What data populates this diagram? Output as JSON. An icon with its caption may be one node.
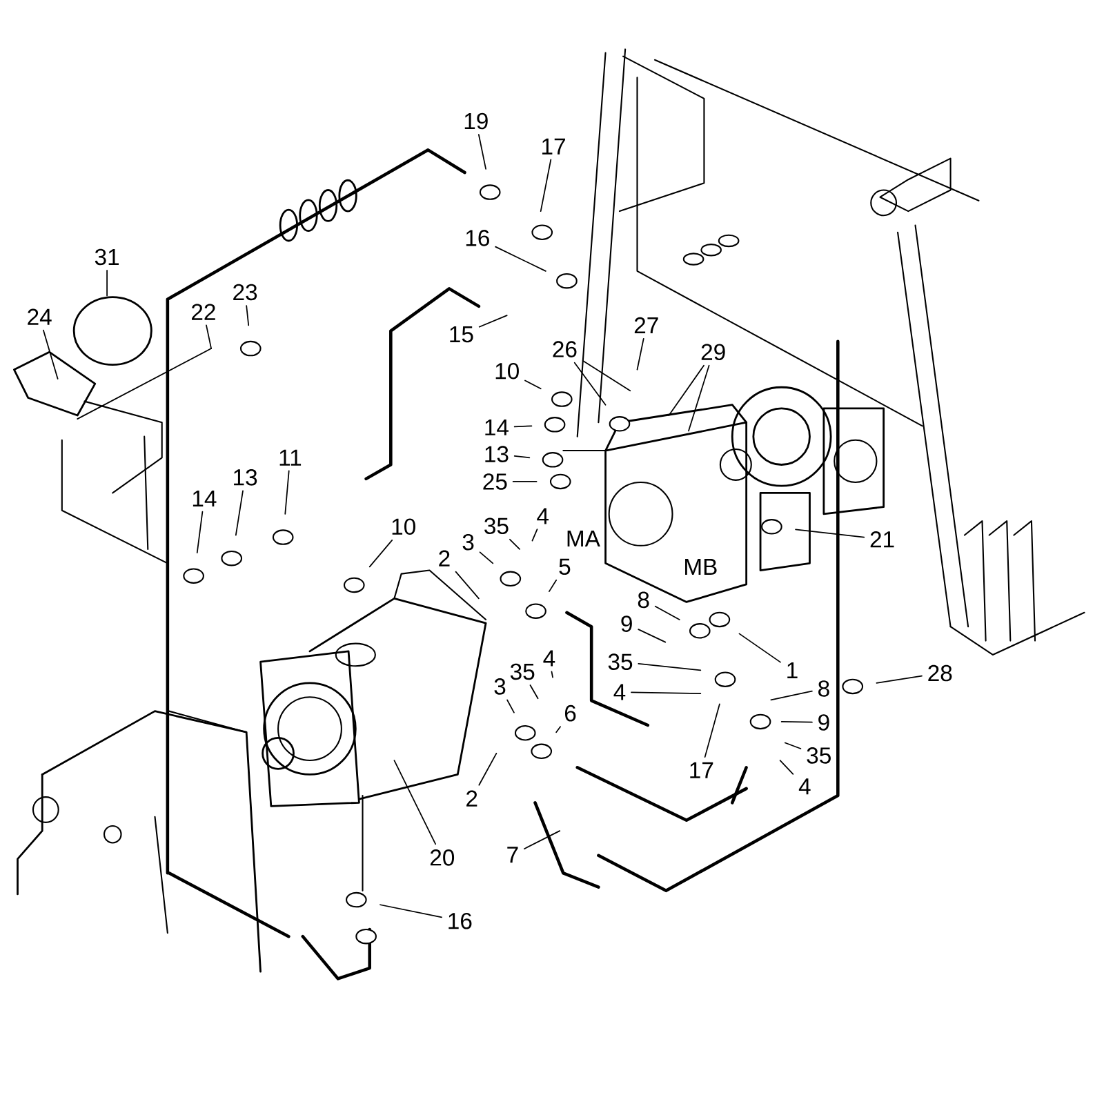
{
  "diagram": {
    "nodes": [
      {
        "text": [
          "19"
        ]
      },
      {
        "text": [
          "17"
        ]
      },
      {
        "text": [
          "16"
        ]
      },
      {
        "text": [
          "31"
        ]
      },
      {
        "text": [
          "23"
        ]
      },
      {
        "text": [
          "22"
        ]
      },
      {
        "text": [
          "24"
        ]
      },
      {
        "text": [
          "27"
        ]
      },
      {
        "text": [
          "15"
        ]
      },
      {
        "text": [
          "29"
        ]
      },
      {
        "text": [
          "26"
        ]
      },
      {
        "text": [
          "10"
        ]
      },
      {
        "text": [
          "14"
        ]
      },
      {
        "text": [
          "13"
        ]
      },
      {
        "text": [
          "11"
        ]
      },
      {
        "text": [
          "13"
        ]
      },
      {
        "text": [
          "25"
        ]
      },
      {
        "text": [
          "14"
        ]
      },
      {
        "text": [
          "4"
        ]
      },
      {
        "text": [
          "35"
        ]
      },
      {
        "text": [
          "10"
        ]
      },
      {
        "text": [
          "21"
        ]
      },
      {
        "text": [
          "3"
        ]
      },
      {
        "text": [
          "2"
        ]
      },
      {
        "text": [
          "5"
        ]
      },
      {
        "text": [
          "8"
        ]
      },
      {
        "text": [
          "9"
        ]
      },
      {
        "text": [
          "4"
        ]
      },
      {
        "text": [
          "35"
        ]
      },
      {
        "text": [
          "1"
        ]
      },
      {
        "text": [
          "35"
        ]
      },
      {
        "text": [
          "28"
        ]
      },
      {
        "text": [
          "3"
        ]
      },
      {
        "text": [
          "8"
        ]
      },
      {
        "text": [
          "4"
        ]
      },
      {
        "text": [
          "6"
        ]
      },
      {
        "text": [
          "9"
        ]
      },
      {
        "text": [
          "35"
        ]
      },
      {
        "text": [
          "17"
        ]
      },
      {
        "text": [
          "4"
        ]
      },
      {
        "text": [
          "2"
        ]
      },
      {
        "text": [
          "7"
        ]
      },
      {
        "text": [
          "20"
        ]
      },
      {
        "text": [
          "16"
        ]
      }
    ],
    "edges": [
      {
        "from": 0,
        "to": null,
        "arrow": "none"
      },
      {
        "from": 1,
        "to": null,
        "arrow": "none"
      },
      {
        "from": 2,
        "to": null,
        "arrow": "none"
      },
      {
        "from": 3,
        "to": null,
        "arrow": "none"
      },
      {
        "from": 4,
        "to": null,
        "arrow": "none"
      },
      {
        "from": 5,
        "to": null,
        "arrow": "none"
      },
      {
        "from": 6,
        "to": null,
        "arrow": "none"
      },
      {
        "from": 7,
        "to": null,
        "arrow": "none"
      },
      {
        "from": 8,
        "to": null,
        "arrow": "none"
      },
      {
        "from": 9,
        "to": null,
        "arrow": "none"
      },
      {
        "from": 9,
        "to": null,
        "arrow": "none"
      },
      {
        "from": 10,
        "to": null,
        "arrow": "none"
      },
      {
        "from": 10,
        "to": null,
        "arrow": "none"
      },
      {
        "from": 11,
        "to": null,
        "arrow": "none"
      },
      {
        "from": 12,
        "to": null,
        "arrow": "none"
      },
      {
        "from": 13,
        "to": null,
        "arrow": "none"
      },
      {
        "from": 14,
        "to": null,
        "arrow": "none"
      },
      {
        "from": 15,
        "to": null,
        "arrow": "none"
      },
      {
        "from": 16,
        "to": null,
        "arrow": "none"
      },
      {
        "from": 17,
        "to": null,
        "arrow": "none"
      },
      {
        "from": 18,
        "to": null,
        "arrow": "none"
      },
      {
        "from": 19,
        "to": null,
        "arrow": "none"
      },
      {
        "from": 20,
        "to": null,
        "arrow": "none"
      },
      {
        "from": 21,
        "to": null,
        "arrow": "none"
      },
      {
        "from": 22,
        "to": null,
        "arrow": "none"
      },
      {
        "from": 23,
        "to": null,
        "arrow": "none"
      },
      {
        "from": 24,
        "to": null,
        "arrow": "none"
      },
      {
        "from": 25,
        "to": null,
        "arrow": "none"
      },
      {
        "from": 26,
        "to": null,
        "arrow": "none"
      },
      {
        "from": 27,
        "to": null,
        "arrow": "none"
      },
      {
        "from": 28,
        "to": null,
        "arrow": "none"
      },
      {
        "from": 29,
        "to": null,
        "arrow": "none"
      },
      {
        "from": 30,
        "to": null,
        "arrow": "none"
      },
      {
        "from": 31,
        "to": null,
        "arrow": "none"
      },
      {
        "from": 32,
        "to": null,
        "arrow": "none"
      },
      {
        "from": 33,
        "to": null,
        "arrow": "none"
      },
      {
        "from": 34,
        "to": null,
        "arrow": "none"
      },
      {
        "from": 35,
        "to": null,
        "arrow": "none"
      },
      {
        "from": 36,
        "to": null,
        "arrow": "none"
      },
      {
        "from": 37,
        "to": null,
        "arrow": "none"
      },
      {
        "from": 38,
        "to": null,
        "arrow": "none"
      },
      {
        "from": 39,
        "to": null,
        "arrow": "none"
      },
      {
        "from": 40,
        "to": null,
        "arrow": "none"
      },
      {
        "from": 41,
        "to": null,
        "arrow": "none"
      },
      {
        "from": 42,
        "to": null,
        "arrow": "none"
      },
      {
        "from": 43,
        "to": null,
        "arrow": "none"
      }
    ],
    "labels": [
      "MA",
      "MB"
    ]
  }
}
